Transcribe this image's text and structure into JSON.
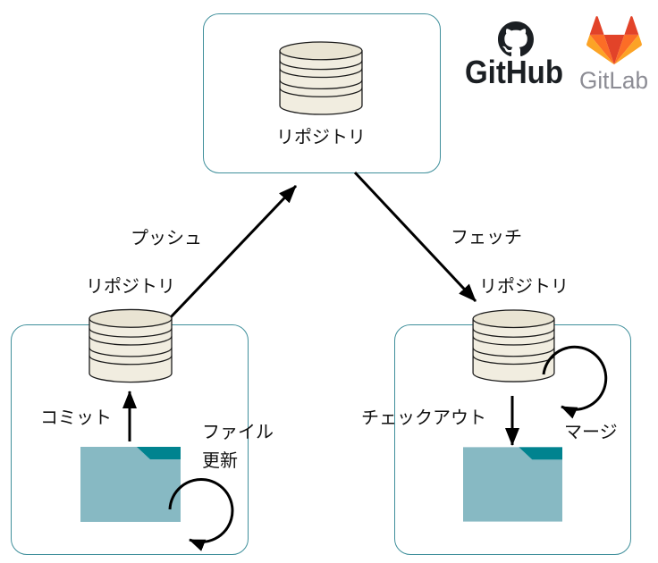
{
  "diagram": {
    "type": "git-workflow",
    "nodes": {
      "remote_repository": {
        "label": "リポジトリ",
        "icon": "database-icon",
        "hosting_services": [
          "GitHub",
          "GitLab"
        ]
      },
      "local_repository_push": {
        "label": "リポジトリ",
        "icon": "database-icon"
      },
      "local_repository_fetch": {
        "label": "リポジトリ",
        "icon": "database-icon"
      },
      "working_files_push": {
        "icon": "folder-icon"
      },
      "working_files_fetch": {
        "icon": "folder-icon"
      }
    },
    "edges": [
      {
        "from": "local_repository_push",
        "to": "remote_repository",
        "label": "プッシュ"
      },
      {
        "from": "remote_repository",
        "to": "local_repository_fetch",
        "label": "フェッチ"
      },
      {
        "from": "working_files_push",
        "to": "local_repository_push",
        "label": "コミット"
      },
      {
        "from": "working_files_push",
        "to": "working_files_push",
        "label": "ファイル\n更新"
      },
      {
        "from": "local_repository_fetch",
        "to": "working_files_fetch",
        "label": "チェックアウト"
      },
      {
        "from": "local_repository_fetch",
        "to": "local_repository_fetch",
        "label": "マージ"
      }
    ]
  },
  "logos": {
    "github": {
      "name": "GitHub",
      "icon": "octocat-icon"
    },
    "gitlab": {
      "name": "GitLab",
      "icon": "tanuki-icon"
    }
  },
  "colors": {
    "box_border": "#3f8f9b",
    "database_fill": "#f1ede0",
    "database_top_fill": "#e9e4d3",
    "database_stroke": "#1a1a1a",
    "folder_fill": "#87b9c3",
    "folder_tab": "#00838f",
    "arrow": "#000000",
    "text": "#111111",
    "github_text": "#1b1f23",
    "gitlab_text": "#8c8c94",
    "gitlab_red": "#e24329",
    "gitlab_orange": "#fc6d26",
    "gitlab_yellow": "#fca326"
  }
}
